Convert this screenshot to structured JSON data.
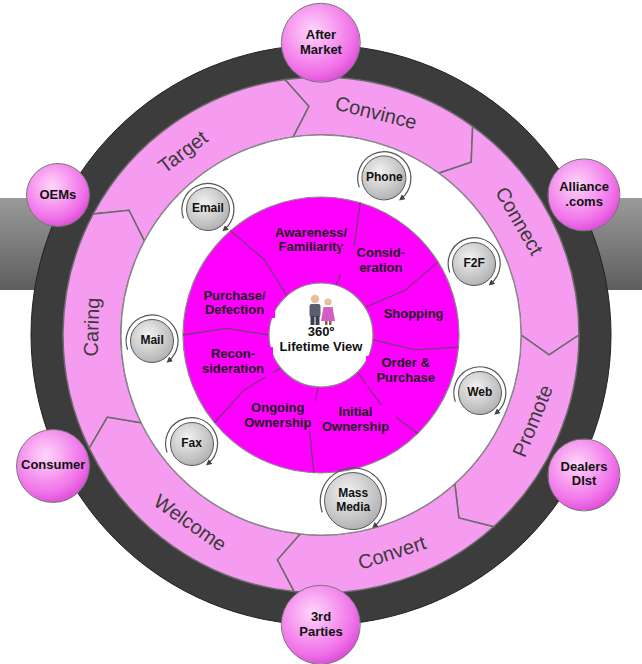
{
  "diagram": {
    "nodes": [
      {
        "text": [
          "After Market"
        ]
      },
      {
        "text": [
          "OEMs"
        ]
      },
      {
        "text": [
          "Alliance .coms"
        ]
      },
      {
        "text": [
          "Dealers DIst"
        ]
      },
      {
        "text": [
          "Consumer"
        ]
      },
      {
        "text": [
          "3rd Parties"
        ]
      },
      {
        "text": [
          "Target"
        ]
      },
      {
        "text": [
          "Convince"
        ]
      },
      {
        "text": [
          "Connect"
        ]
      },
      {
        "text": [
          "Promote"
        ]
      },
      {
        "text": [
          "Convert"
        ]
      },
      {
        "text": [
          "Welcome"
        ]
      },
      {
        "text": [
          "Caring"
        ]
      },
      {
        "text": [
          "Phone"
        ]
      },
      {
        "text": [
          "F2F"
        ]
      },
      {
        "text": [
          "Web"
        ]
      },
      {
        "text": [
          "Mass Media"
        ]
      },
      {
        "text": [
          "Fax"
        ]
      },
      {
        "text": [
          "Mail"
        ]
      },
      {
        "text": [
          "Email"
        ]
      },
      {
        "text": [
          "Awareness/ Familiarity"
        ]
      },
      {
        "text": [
          "Consid- eration"
        ]
      },
      {
        "text": [
          "Shopping"
        ]
      },
      {
        "text": [
          "Order & Purchase"
        ]
      },
      {
        "text": [
          "Initial Ownership"
        ]
      },
      {
        "text": [
          "Ongoing Ownership"
        ]
      },
      {
        "text": [
          "Recon- sideration"
        ]
      },
      {
        "text": [
          "Purchase/ Defection"
        ]
      },
      {
        "text": [
          "360º",
          "Lifetime View"
        ]
      }
    ]
  }
}
